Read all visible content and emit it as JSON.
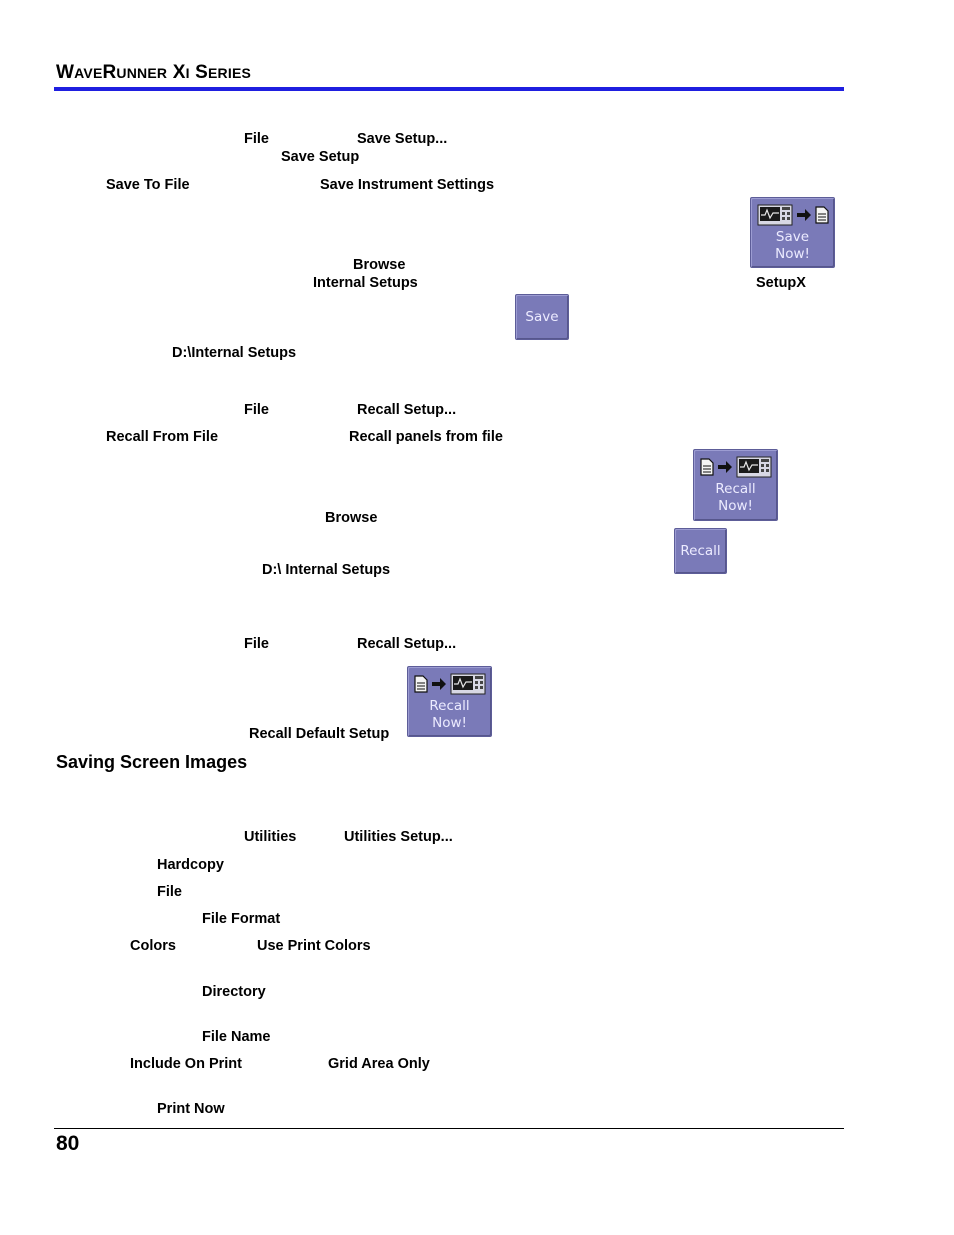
{
  "header": {
    "title_w": "W",
    "title_ave": "AVE",
    "title_r": "R",
    "title_unner": "UNNER",
    "title_x": "X",
    "title_i": "I",
    "title_s": "S",
    "title_eries": "ERIES"
  },
  "page_number": "80",
  "save_setup": {
    "file": "File",
    "save_setup_menu": "Save Setup...",
    "save_setup_tab": "Save Setup",
    "save_to_file": "Save To File",
    "save_instrument_settings": "Save Instrument Settings",
    "browse": "Browse",
    "internal_setups": "Internal Setups",
    "setupx": "SetupX",
    "path": "D:\\Internal Setups",
    "save_now_button": {
      "line1": "Save",
      "line2": "Now!"
    },
    "save_button": "Save"
  },
  "recall_setup": {
    "file": "File",
    "recall_setup_menu": "Recall Setup...",
    "recall_from_file": "Recall From File",
    "recall_panels_from_file": "Recall panels from file",
    "browse": "Browse",
    "path": "D:\\ Internal Setups",
    "recall_now_button": {
      "line1": "Recall",
      "line2": "Now!"
    },
    "recall_button": "Recall"
  },
  "recall_default": {
    "file": "File",
    "recall_setup_menu": "Recall Setup...",
    "recall_default_setup": "Recall Default Setup",
    "recall_now_button": {
      "line1": "Recall",
      "line2": "Now!"
    }
  },
  "saving_screen_images": {
    "heading": "Saving Screen Images",
    "utilities": "Utilities",
    "utilities_setup": "Utilities Setup...",
    "hardcopy": "Hardcopy",
    "file": "File",
    "file_format": "File Format",
    "colors": "Colors",
    "use_print_colors": "Use Print Colors",
    "directory": "Directory",
    "file_name": "File Name",
    "include_on_print": "Include On Print",
    "grid_area_only": "Grid Area Only",
    "print_now": "Print Now"
  },
  "colors": {
    "header_rule": "#1f1fe0",
    "button_bg": "#7a7ab8",
    "button_text": "#ecebff"
  }
}
